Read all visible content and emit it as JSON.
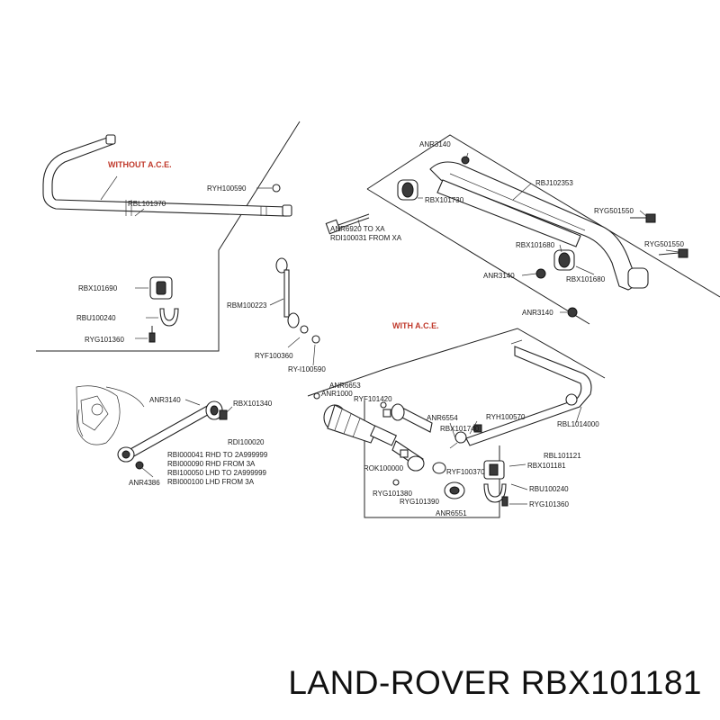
{
  "headings": {
    "without_ace": "WITHOUT A.C.E.",
    "with_ace": "WITH A.C.E."
  },
  "labels": {
    "ryh100590_top": "RYH100590",
    "rbl101370": "RBL101370",
    "rbx101690": "RBX101690",
    "rbu100240_left": "RBU100240",
    "ryg101360_left": "RYG101360",
    "rbm100223": "RBM100223",
    "ryf100360": "RYF100360",
    "ryh100590_mid": "RY-I100590",
    "anr3140_top": "ANR3140",
    "rbx101730": "RBX101730",
    "rbj102353": "RBJ102353",
    "ryg501550_a": "RYG501550",
    "ryg501550_b": "RYG501550",
    "anr6920": "ANR6920 TO XA",
    "rdi100031": "RDI100031 FROM XA",
    "rbx101680_a": "RBX101680",
    "rbx101680_b": "RBX101680",
    "anr3140_mid": "ANR3140",
    "anr3140_right": "ANR3140",
    "anr3140_low": "ANR3140",
    "rbx101340": "RBX101340",
    "rdi100020": "RDI100020",
    "rbi_line1": "RBI000041 RHD TO 2A999999",
    "rbi_line2": "RBI000090 RHD FROM 3A",
    "rbi_line3": "RBI100050 LHD TO 2A999999",
    "rbi_line4": "RBI000100 LHD FROM 3A",
    "anr4386": "ANR4386",
    "anr6653": "ANR6653",
    "anr1000": "ANR1000",
    "ryf101420": "RYF101420",
    "anr6554": "ANR6554",
    "ryh100570": "RYH100570",
    "rbx101740": "RBX101740",
    "rbl1014000": "RBL1014000",
    "rbl101121": "RBL101121",
    "rok100000": "ROK100000",
    "ryf100370": "RYF100370",
    "rbx101181": "RBX101181",
    "ryg101380": "RYG101380",
    "ryg101390": "RYG101390",
    "rbu100240_right": "RBU100240",
    "ryg101360_right": "RYG101360",
    "anr6551": "ANR6551"
  },
  "caption": "LAND-ROVER RBX101181"
}
